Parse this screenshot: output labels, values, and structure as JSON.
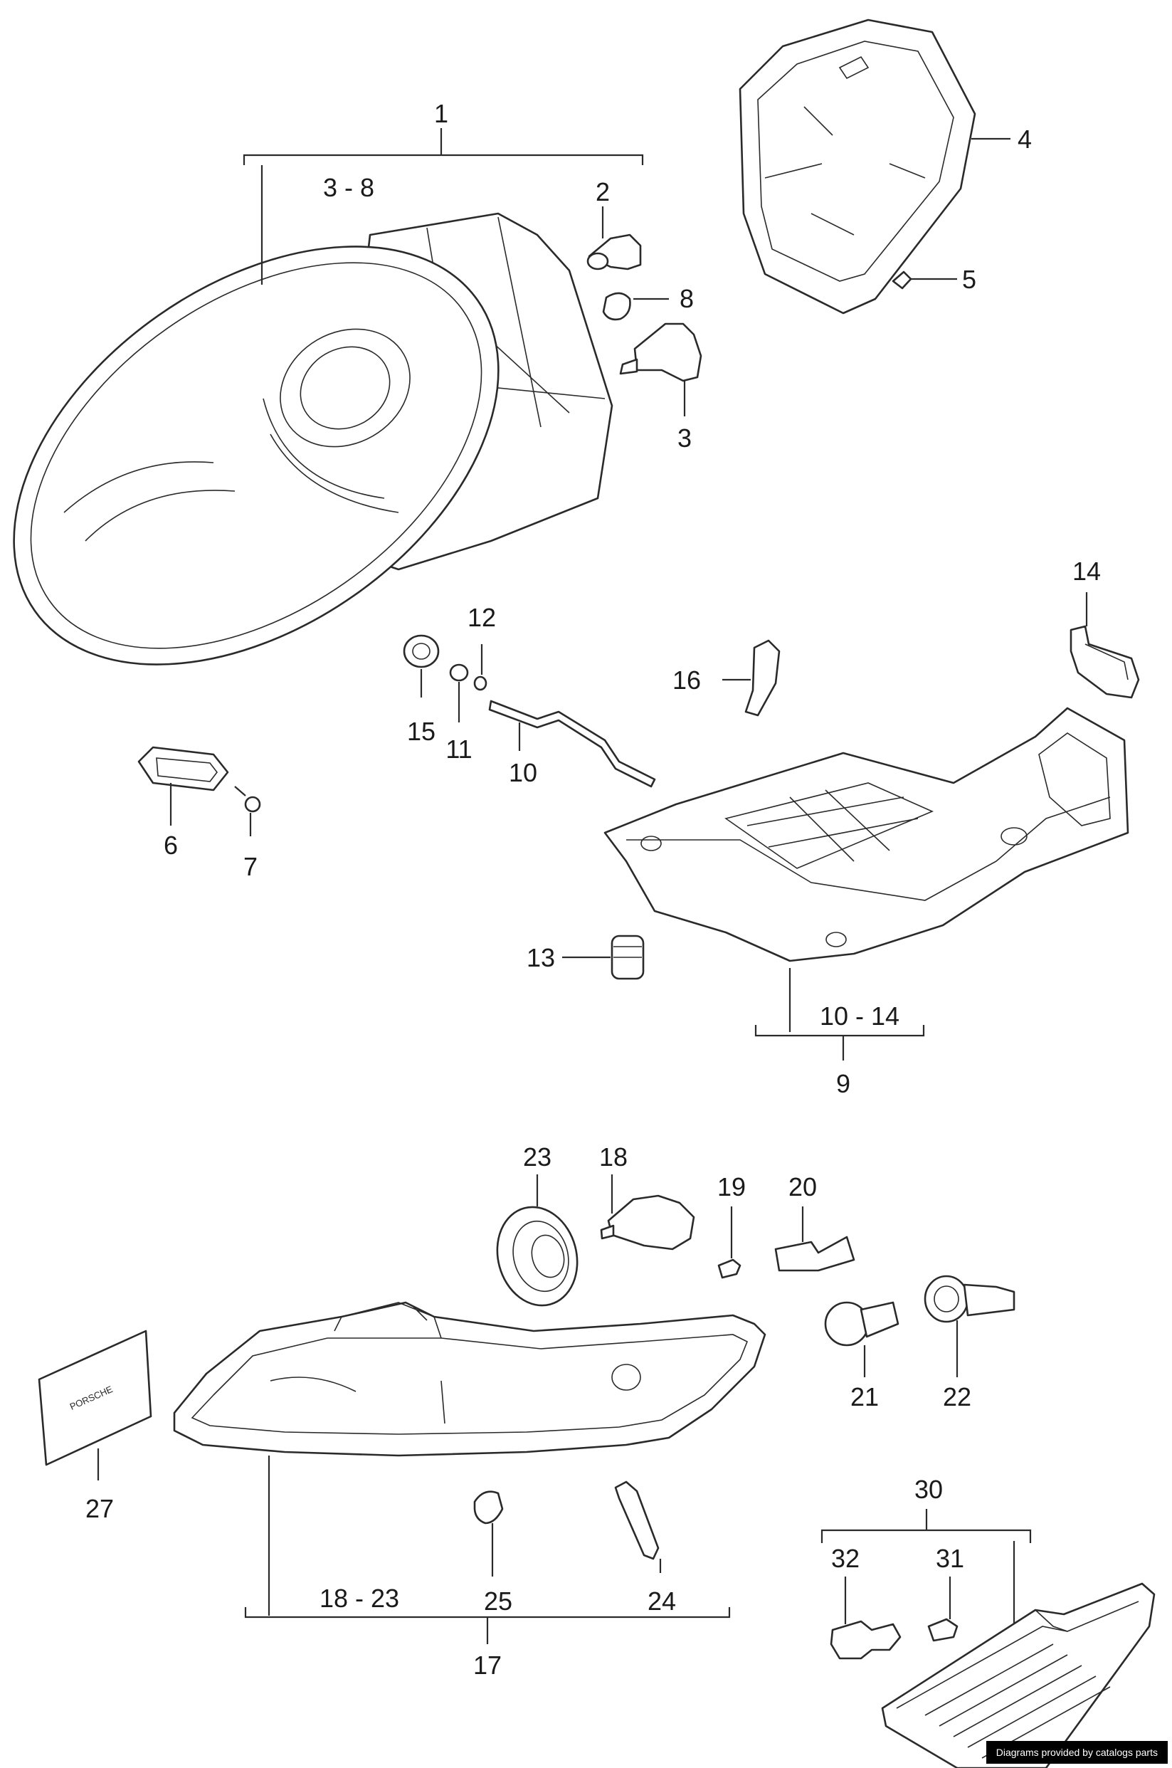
{
  "diagram": {
    "labels": {
      "l1": "1",
      "l2": "2",
      "l3": "3",
      "l3_8": "3 - 8",
      "l4": "4",
      "l5": "5",
      "l6": "6",
      "l7": "7",
      "l8": "8",
      "l9": "9",
      "l10": "10",
      "l10_14": "10 - 14",
      "l11": "11",
      "l12": "12",
      "l13": "13",
      "l14": "14",
      "l15": "15",
      "l16": "16",
      "l17": "17",
      "l18": "18",
      "l18_23": "18 - 23",
      "l19": "19",
      "l20": "20",
      "l21": "21",
      "l22": "22",
      "l23": "23",
      "l24": "24",
      "l25": "25",
      "l27": "27",
      "l30": "30",
      "l31": "31",
      "l32": "32"
    },
    "plate_text": "PORSCHE",
    "credit": "Diagrams provided by catalogs parts"
  }
}
